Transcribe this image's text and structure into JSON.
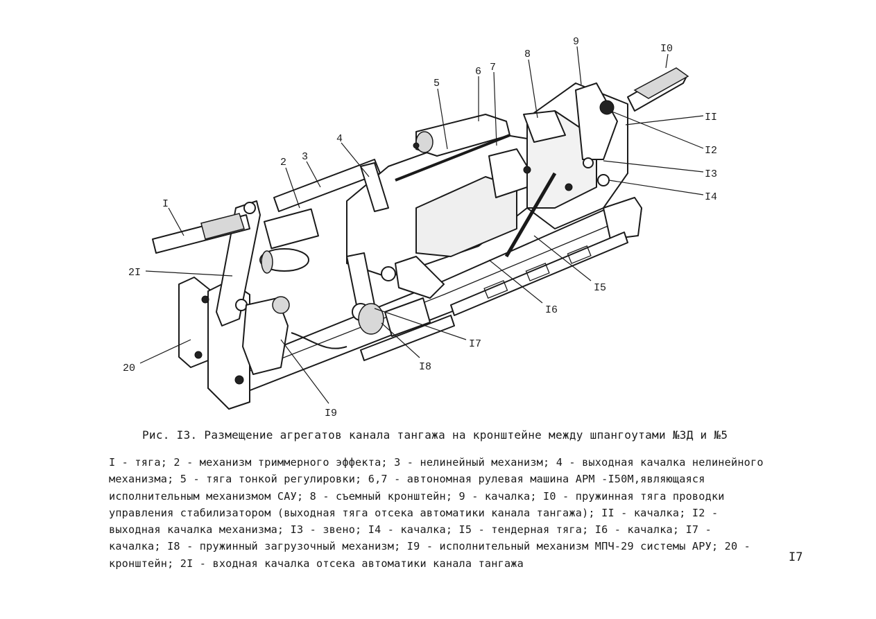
{
  "figure": {
    "callouts": [
      {
        "id": "1",
        "label": "I"
      },
      {
        "id": "2",
        "label": "2"
      },
      {
        "id": "3",
        "label": "3"
      },
      {
        "id": "4",
        "label": "4"
      },
      {
        "id": "5",
        "label": "5"
      },
      {
        "id": "6",
        "label": "6"
      },
      {
        "id": "7",
        "label": "7"
      },
      {
        "id": "8",
        "label": "8"
      },
      {
        "id": "9",
        "label": "9"
      },
      {
        "id": "10",
        "label": "I0"
      },
      {
        "id": "11",
        "label": "II"
      },
      {
        "id": "12",
        "label": "I2"
      },
      {
        "id": "13",
        "label": "I3"
      },
      {
        "id": "14",
        "label": "I4"
      },
      {
        "id": "15",
        "label": "I5"
      },
      {
        "id": "16",
        "label": "I6"
      },
      {
        "id": "17",
        "label": "I7"
      },
      {
        "id": "18",
        "label": "I8"
      },
      {
        "id": "19",
        "label": "I9"
      },
      {
        "id": "20",
        "label": "20"
      },
      {
        "id": "21",
        "label": "2I"
      }
    ]
  },
  "caption": "Рис. I3. Размещение агрегатов канала тангажа на кронштейне между шпангоутами №3Д и №5",
  "legend": "I - тяга; 2 - механизм триммерного эффекта; 3 - нелинейный механизм; 4 - выходная качалка нелинейного механизма; 5 - тяга тонкой регулировки; 6,7 - автономная рулевая машина АРМ -I50М,являющаяся исполнительным механизмом САУ; 8 - съемный кронштейн; 9 - качалка; I0 - пружинная тяга проводки управления стабилизатором (выходная тяга отсека автоматики канала тангажа); II - качалка; I2 - выходная качалка механизма; I3 - звено; I4 - качалка; I5 - тендерная тяга; I6 - качалка; I7 - качалка; I8 - пружинный загрузочный механизм; I9 - исполнительный механизм МПЧ-29 системы АРУ; 20 - кронштейн; 2I - входная качалка отсека автоматики канала тангажа",
  "page_number": "I7"
}
